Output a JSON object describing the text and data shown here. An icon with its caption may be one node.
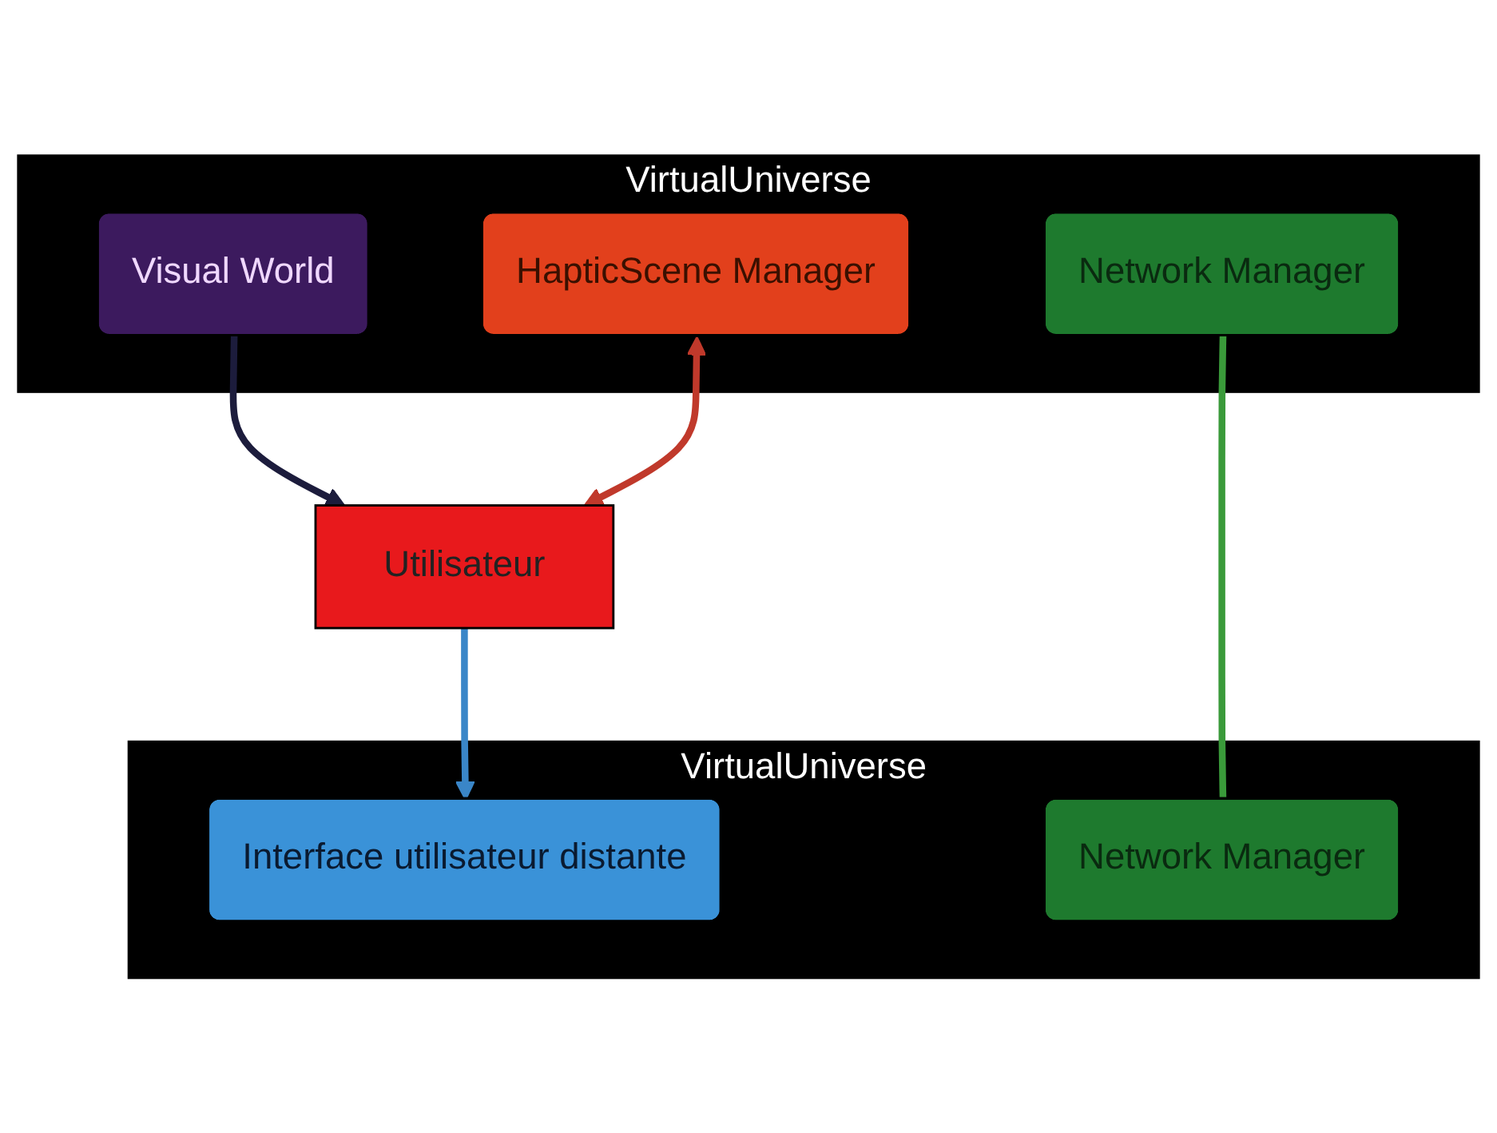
{
  "diagram": {
    "nodes": [
      {
        "text": [
          "Utilisateur"
        ]
      },
      {
        "text": [
          "VirtualUniverse"
        ]
      },
      {
        "text": [
          "Visual World"
        ],
        "in": 1
      },
      {
        "text": [
          "HapticScene Manager"
        ],
        "in": 1
      },
      {
        "text": [
          "Network Manager"
        ],
        "in": 1
      },
      {
        "text": [
          "VirtualUniverse"
        ]
      },
      {
        "text": [
          "Interface utilisateur distante"
        ],
        "in": 5
      },
      {
        "text": [
          "Network Manager"
        ],
        "in": 5
      }
    ],
    "edges": [
      {
        "from": 2,
        "to": 0,
        "arrow": "to",
        "color": "#1c1c3c"
      },
      {
        "from": 3,
        "to": 0,
        "arrow": "both",
        "color": "#c0392b"
      },
      {
        "from": 0,
        "to": 6,
        "arrow": "to",
        "color": "#3a86c8"
      },
      {
        "from": 4,
        "to": 7,
        "arrow": "none",
        "color": "#3a9a3a"
      }
    ]
  }
}
